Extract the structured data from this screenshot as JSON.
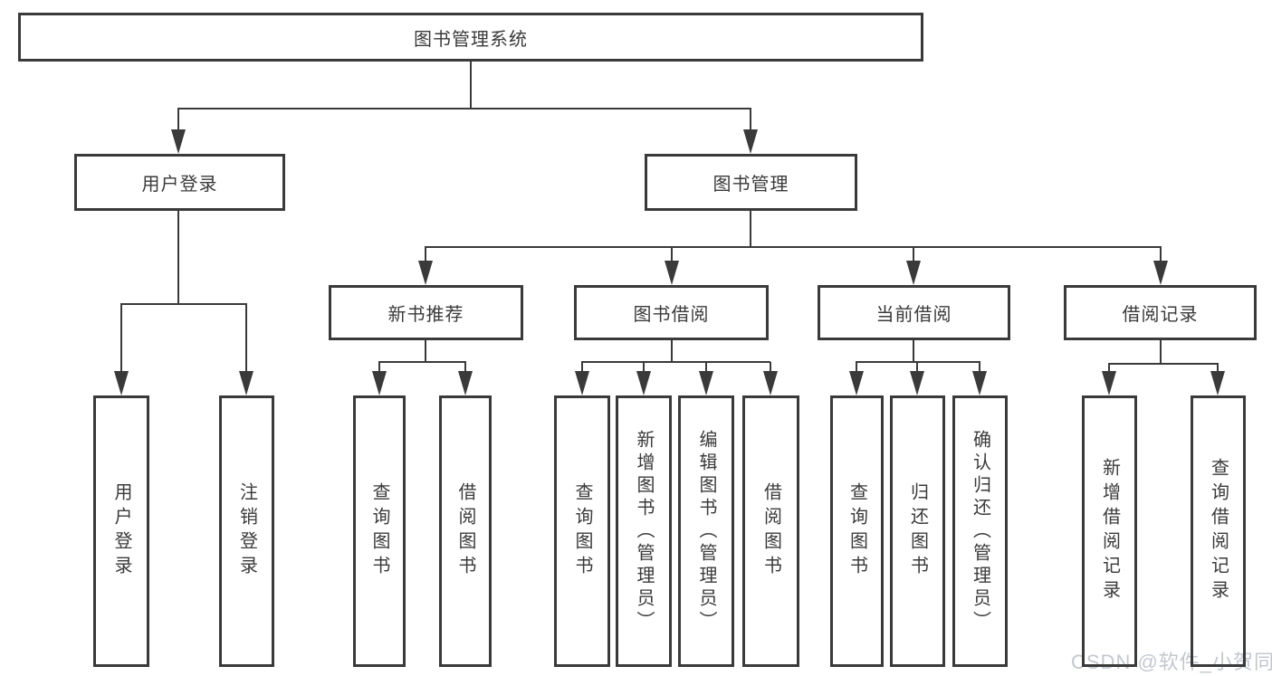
{
  "tree": {
    "root": "图书管理系统",
    "children": [
      {
        "label": "用户登录",
        "children": [
          "用户登录",
          "注销登录"
        ]
      },
      {
        "label": "图书管理",
        "children": [
          {
            "label": "新书推荐",
            "children": [
              "查询图书",
              "借阅图书"
            ]
          },
          {
            "label": "图书借阅",
            "children": [
              "查询图书",
              "新增图书（管理员）",
              "编辑图书（管理员）",
              "借阅图书"
            ]
          },
          {
            "label": "当前借阅",
            "children": [
              "查询图书",
              "归还图书",
              "确认归还（管理员）"
            ]
          },
          {
            "label": "借阅记录",
            "children": [
              "新增借阅记录",
              "查询借阅记录"
            ]
          }
        ]
      }
    ]
  },
  "watermark": "CSDN @软件_小贺同学",
  "colors": {
    "line": "#3a3a3a",
    "text": "#3a3a3a",
    "background": "#ffffff",
    "watermark": "#c3c7ce"
  }
}
